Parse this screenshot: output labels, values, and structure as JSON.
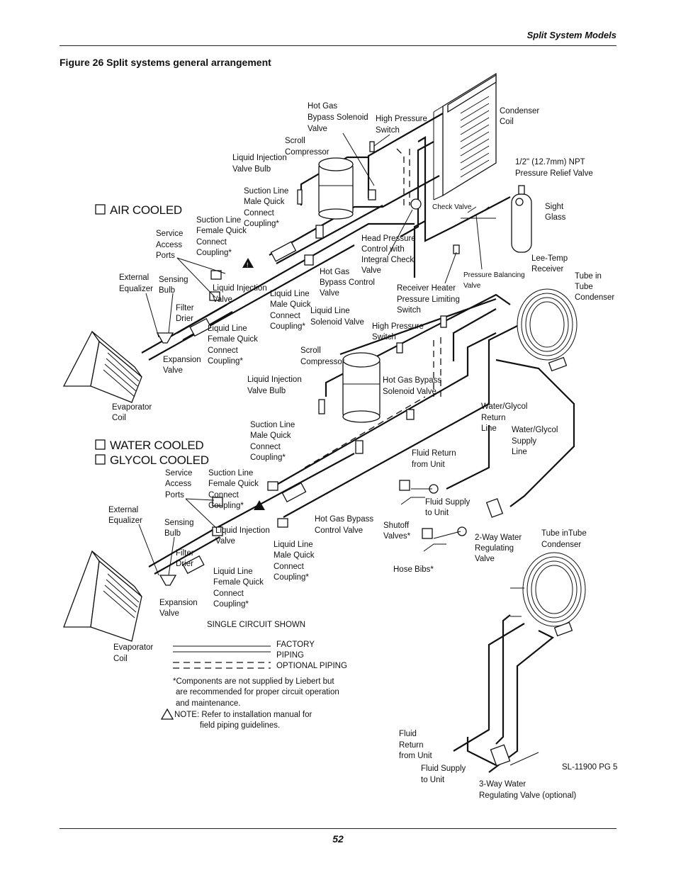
{
  "header": {
    "section": "Split System Models",
    "page_number": "52"
  },
  "figure": {
    "title": "Figure 26  Split systems general arrangement"
  },
  "sections": {
    "air_cooled": "AIR COOLED",
    "water_cooled": "WATER COOLED",
    "glycol_cooled": "GLYCOL COOLED"
  },
  "labels": {
    "hot_gas_bypass_solenoid_top": [
      "Hot Gas",
      "Bypass Solenoid",
      "Valve"
    ],
    "high_pressure_switch_top": [
      "High Pressure",
      "Switch"
    ],
    "condenser_coil": [
      "Condenser",
      "Coil"
    ],
    "scroll_compressor_top": [
      "Scroll",
      "Compressor"
    ],
    "liquid_injection_bulb_top": [
      "Liquid Injection",
      "Valve Bulb"
    ],
    "pressure_relief_valve": [
      "1/2\" (12.7mm) NPT",
      "Pressure Relief Valve"
    ],
    "suction_line_male_top": [
      "Suction Line",
      "Male Quick",
      "Connect",
      "Coupling*"
    ],
    "check_valve": [
      "Check Valve"
    ],
    "sight_glass": [
      "Sight",
      "Glass"
    ],
    "suction_line_female_top": [
      "Suction Line",
      "Female Quick",
      "Connect",
      "Coupling*"
    ],
    "service_access_top": [
      "Service",
      "Access",
      "Ports"
    ],
    "head_pressure_control": [
      "Head Pressure",
      "Control with",
      "Integral Check",
      "Valve"
    ],
    "lee_temp_receiver": [
      "Lee-Temp",
      "Receiver"
    ],
    "pressure_balancing_valve": [
      "Pressure Balancing",
      "Valve"
    ],
    "hot_gas_bypass_control_top": [
      "Hot Gas",
      "Bypass Control",
      "Valve"
    ],
    "tube_in_tube_top": [
      "Tube in",
      "Tube",
      "Condenser"
    ],
    "external_equalizer_top": [
      "External",
      "Equalizer"
    ],
    "sensing_bulb_top": [
      "Sensing",
      "Bulb"
    ],
    "liquid_injection_valve_top": [
      "Liquid Injection",
      "Valve"
    ],
    "liquid_line_male_top": [
      "Liquid Line",
      "Male Quick",
      "Connect",
      "Coupling*"
    ],
    "liquid_line_solenoid": [
      "Liquid Line",
      "Solenoid Valve"
    ],
    "receiver_heater": [
      "Receiver Heater",
      "Pressure Limiting",
      "Switch"
    ],
    "filter_drier_top": [
      "Filter",
      "Drier"
    ],
    "liquid_line_female_top": [
      "Liquid Line",
      "Female Quick",
      "Connect",
      "Coupling*"
    ],
    "high_pressure_switch_mid": [
      "High Pressure",
      "Switch"
    ],
    "expansion_valve_top": [
      "Expansion",
      "Valve"
    ],
    "scroll_compressor_mid": [
      "Scroll",
      "Compressor"
    ],
    "liquid_injection_bulb_mid": [
      "Liquid Injection",
      "Valve Bulb"
    ],
    "hot_gas_bypass_solenoid_mid": [
      "Hot Gas Bypass",
      "Solenoid Valve"
    ],
    "evaporator_coil_top": [
      "Evaporator",
      "Coil"
    ],
    "water_glycol_return": [
      "Water/Glycol",
      "Return",
      "Line"
    ],
    "water_glycol_supply": [
      "Water/Glycol",
      "Supply",
      "Line"
    ],
    "suction_line_male_mid": [
      "Suction Line",
      "Male Quick",
      "Connect",
      "Coupling*"
    ],
    "fluid_return_mid": [
      "Fluid Return",
      "from Unit"
    ],
    "service_access_mid": [
      "Service",
      "Access",
      "Ports"
    ],
    "suction_line_female_mid": [
      "Suction Line",
      "Female Quick",
      "Connect",
      "Coupling*"
    ],
    "fluid_supply_mid": [
      "Fluid Supply",
      "to Unit"
    ],
    "external_equalizer_mid": [
      "External",
      "Equalizer"
    ],
    "hot_gas_bypass_control_mid": [
      "Hot Gas Bypass",
      "Control Valve"
    ],
    "shutoff_valves": [
      "Shutoff",
      "Valves*"
    ],
    "sensing_bulb_mid": [
      "Sensing",
      "Bulb"
    ],
    "liquid_injection_valve_mid": [
      "Liquid Injection",
      "Valve"
    ],
    "two_way_valve": [
      "2-Way Water",
      "Regulating",
      "Valve"
    ],
    "tube_in_tube_mid": [
      "Tube inTube",
      "Condenser"
    ],
    "liquid_line_male_mid": [
      "Liquid Line",
      "Male Quick",
      "Connect",
      "Coupling*"
    ],
    "filter_drier_mid": [
      "Filter",
      "Drier"
    ],
    "hose_bibs": [
      "Hose Bibs*"
    ],
    "liquid_line_female_mid": [
      "Liquid Line",
      "Female Quick",
      "Connect",
      "Coupling*"
    ],
    "expansion_valve_mid": [
      "Expansion",
      "Valve"
    ],
    "single_circuit": [
      "SINGLE CIRCUIT SHOWN"
    ],
    "evaporator_coil_mid": [
      "Evaporator",
      "Coil"
    ],
    "fluid_return_bottom": [
      "Fluid",
      "Return",
      "from Unit"
    ],
    "fluid_supply_bottom": [
      "Fluid Supply",
      "to Unit"
    ],
    "three_way_valve": [
      "3-Way Water",
      "Regulating Valve (optional)"
    ],
    "drawing_number": [
      "SL-11900 PG 5"
    ]
  },
  "legend": {
    "factory": [
      "FACTORY",
      "PIPING"
    ],
    "optional": "OPTIONAL PIPING"
  },
  "notes": {
    "components": [
      "*Components are not supplied by Liebert but",
      "are recommended for proper circuit operation",
      "and maintenance."
    ],
    "note_line1": "NOTE:  Refer to installation manual for",
    "note_line2": "field piping guidelines."
  }
}
